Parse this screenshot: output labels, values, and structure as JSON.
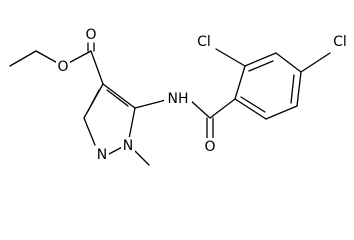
{
  "molecule": {
    "atoms": {
      "o_ester": "O",
      "o_carbonyl_ester": "O",
      "nh": "NH",
      "cl_ortho": "Cl",
      "cl_para": "Cl",
      "n_ring_1": "N",
      "n_ring_2": "N",
      "o_amide": "O"
    }
  }
}
